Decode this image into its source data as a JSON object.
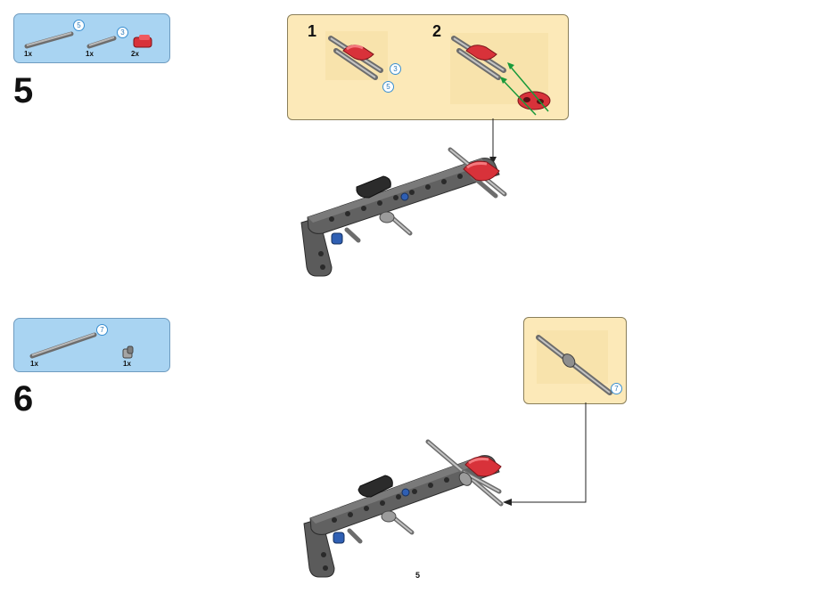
{
  "steps": [
    {
      "number": "5",
      "parts": [
        {
          "name": "axle",
          "length": "5",
          "qty": "1x"
        },
        {
          "name": "axle",
          "length": "3",
          "qty": "1x"
        },
        {
          "name": "red-connector",
          "qty": "2x"
        }
      ],
      "callout": {
        "substeps": [
          "1",
          "2"
        ],
        "length_labels": [
          "3",
          "5"
        ]
      }
    },
    {
      "number": "6",
      "parts": [
        {
          "name": "axle",
          "length": "7",
          "qty": "1x"
        },
        {
          "name": "bush",
          "qty": "1x"
        }
      ],
      "callout": {
        "length_label": "7"
      }
    }
  ],
  "page_number": "5",
  "colors": {
    "parts_box": "#a9d4f2",
    "callout_box": "#fce9b8",
    "beam": "#5b5b5b",
    "connector": "#d8323a",
    "axle": "#b7b7b7",
    "arrow_green": "#1a9a3a"
  }
}
